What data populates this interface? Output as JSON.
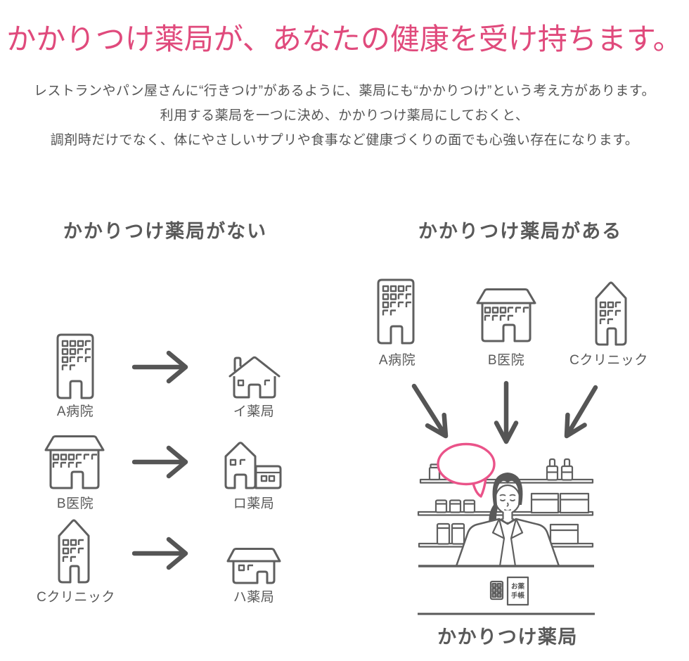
{
  "header": {
    "title": "かかりつけ薬局が、あなたの健康を受け持ちます。",
    "intro_lines": [
      "レストランやパン屋さんに“行きつけ”があるように、薬局にも“かかりつけ”という考え方があります。",
      "利用する薬局を一つに決め、かかりつけ薬局にしておくと、",
      "調剤時だけでなく、体にやさしいサプリや食事など健康づくりの面でも心強い存在になります。"
    ]
  },
  "without_section": {
    "heading": "かかりつけ薬局がない",
    "rows": [
      {
        "source_label": "A病院",
        "target_label": "イ薬局"
      },
      {
        "source_label": "B医院",
        "target_label": "ロ薬局"
      },
      {
        "source_label": "Cクリニック",
        "target_label": "ハ薬局"
      }
    ]
  },
  "with_section": {
    "heading": "かかりつけ薬局がある",
    "source_labels": [
      "A病院",
      "B医院",
      "Cクリニック"
    ],
    "pharmacy_label": "かかりつけ薬局",
    "notebook_lines": [
      "お薬",
      "手帳"
    ]
  },
  "icons": {
    "hospital_a": "tall-hospital-building-icon",
    "clinic_b": "wide-clinic-building-icon",
    "clinic_c": "peaked-clinic-building-icon",
    "pharmacy_i": "small-pharmacy-house-icon",
    "pharmacy_ro": "pharmacy-house-with-annex-icon",
    "pharmacy_ha": "low-pharmacy-house-icon",
    "arrow_right": "right-arrow-icon",
    "arrows_converging": "three-converging-down-arrows-icon",
    "scene": "pharmacist-counter-scene",
    "speech_bubble": "pink-speech-bubble-icon",
    "blister_pack": "pill-blister-pack-icon",
    "notebook": "medicine-notebook-icon"
  },
  "colors": {
    "accent_pink": "#e04a7c",
    "bubble_pink": "#ea5389",
    "text_gray": "#555555",
    "icon_gray": "#5f5f5f",
    "heading_gray": "#595959"
  }
}
